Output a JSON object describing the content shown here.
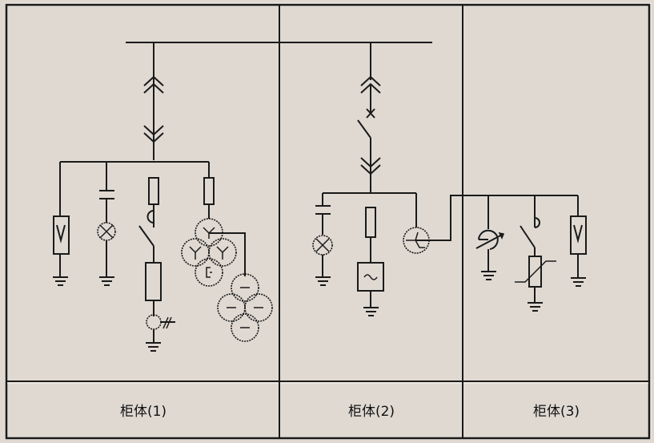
{
  "diagram": {
    "title": "Switchgear single-line diagram",
    "panels": [
      {
        "label": "柜体(1)",
        "components": [
          "withdrawable-plug-in-contact",
          "fuse",
          "capacitor",
          "indicator-lamp",
          "voltage-indicator",
          "load-switch",
          "resistor",
          "current-transformer",
          "voltage-transformer-set",
          "earth"
        ]
      },
      {
        "label": "柜体(2)",
        "components": [
          "withdrawable-plug-in-contact",
          "circuit-breaker",
          "fuse",
          "capacitor",
          "indicator-lamp",
          "ac-source",
          "current-transformer",
          "earth"
        ]
      },
      {
        "label": "柜体(3)",
        "components": [
          "adjustable-transformer",
          "earthing-switch",
          "varistor",
          "voltage-indicator",
          "earth"
        ]
      }
    ],
    "colors": {
      "background": "#dfd9d2",
      "line": "#1a1a1a",
      "highlight": "#f8f4ea"
    }
  }
}
